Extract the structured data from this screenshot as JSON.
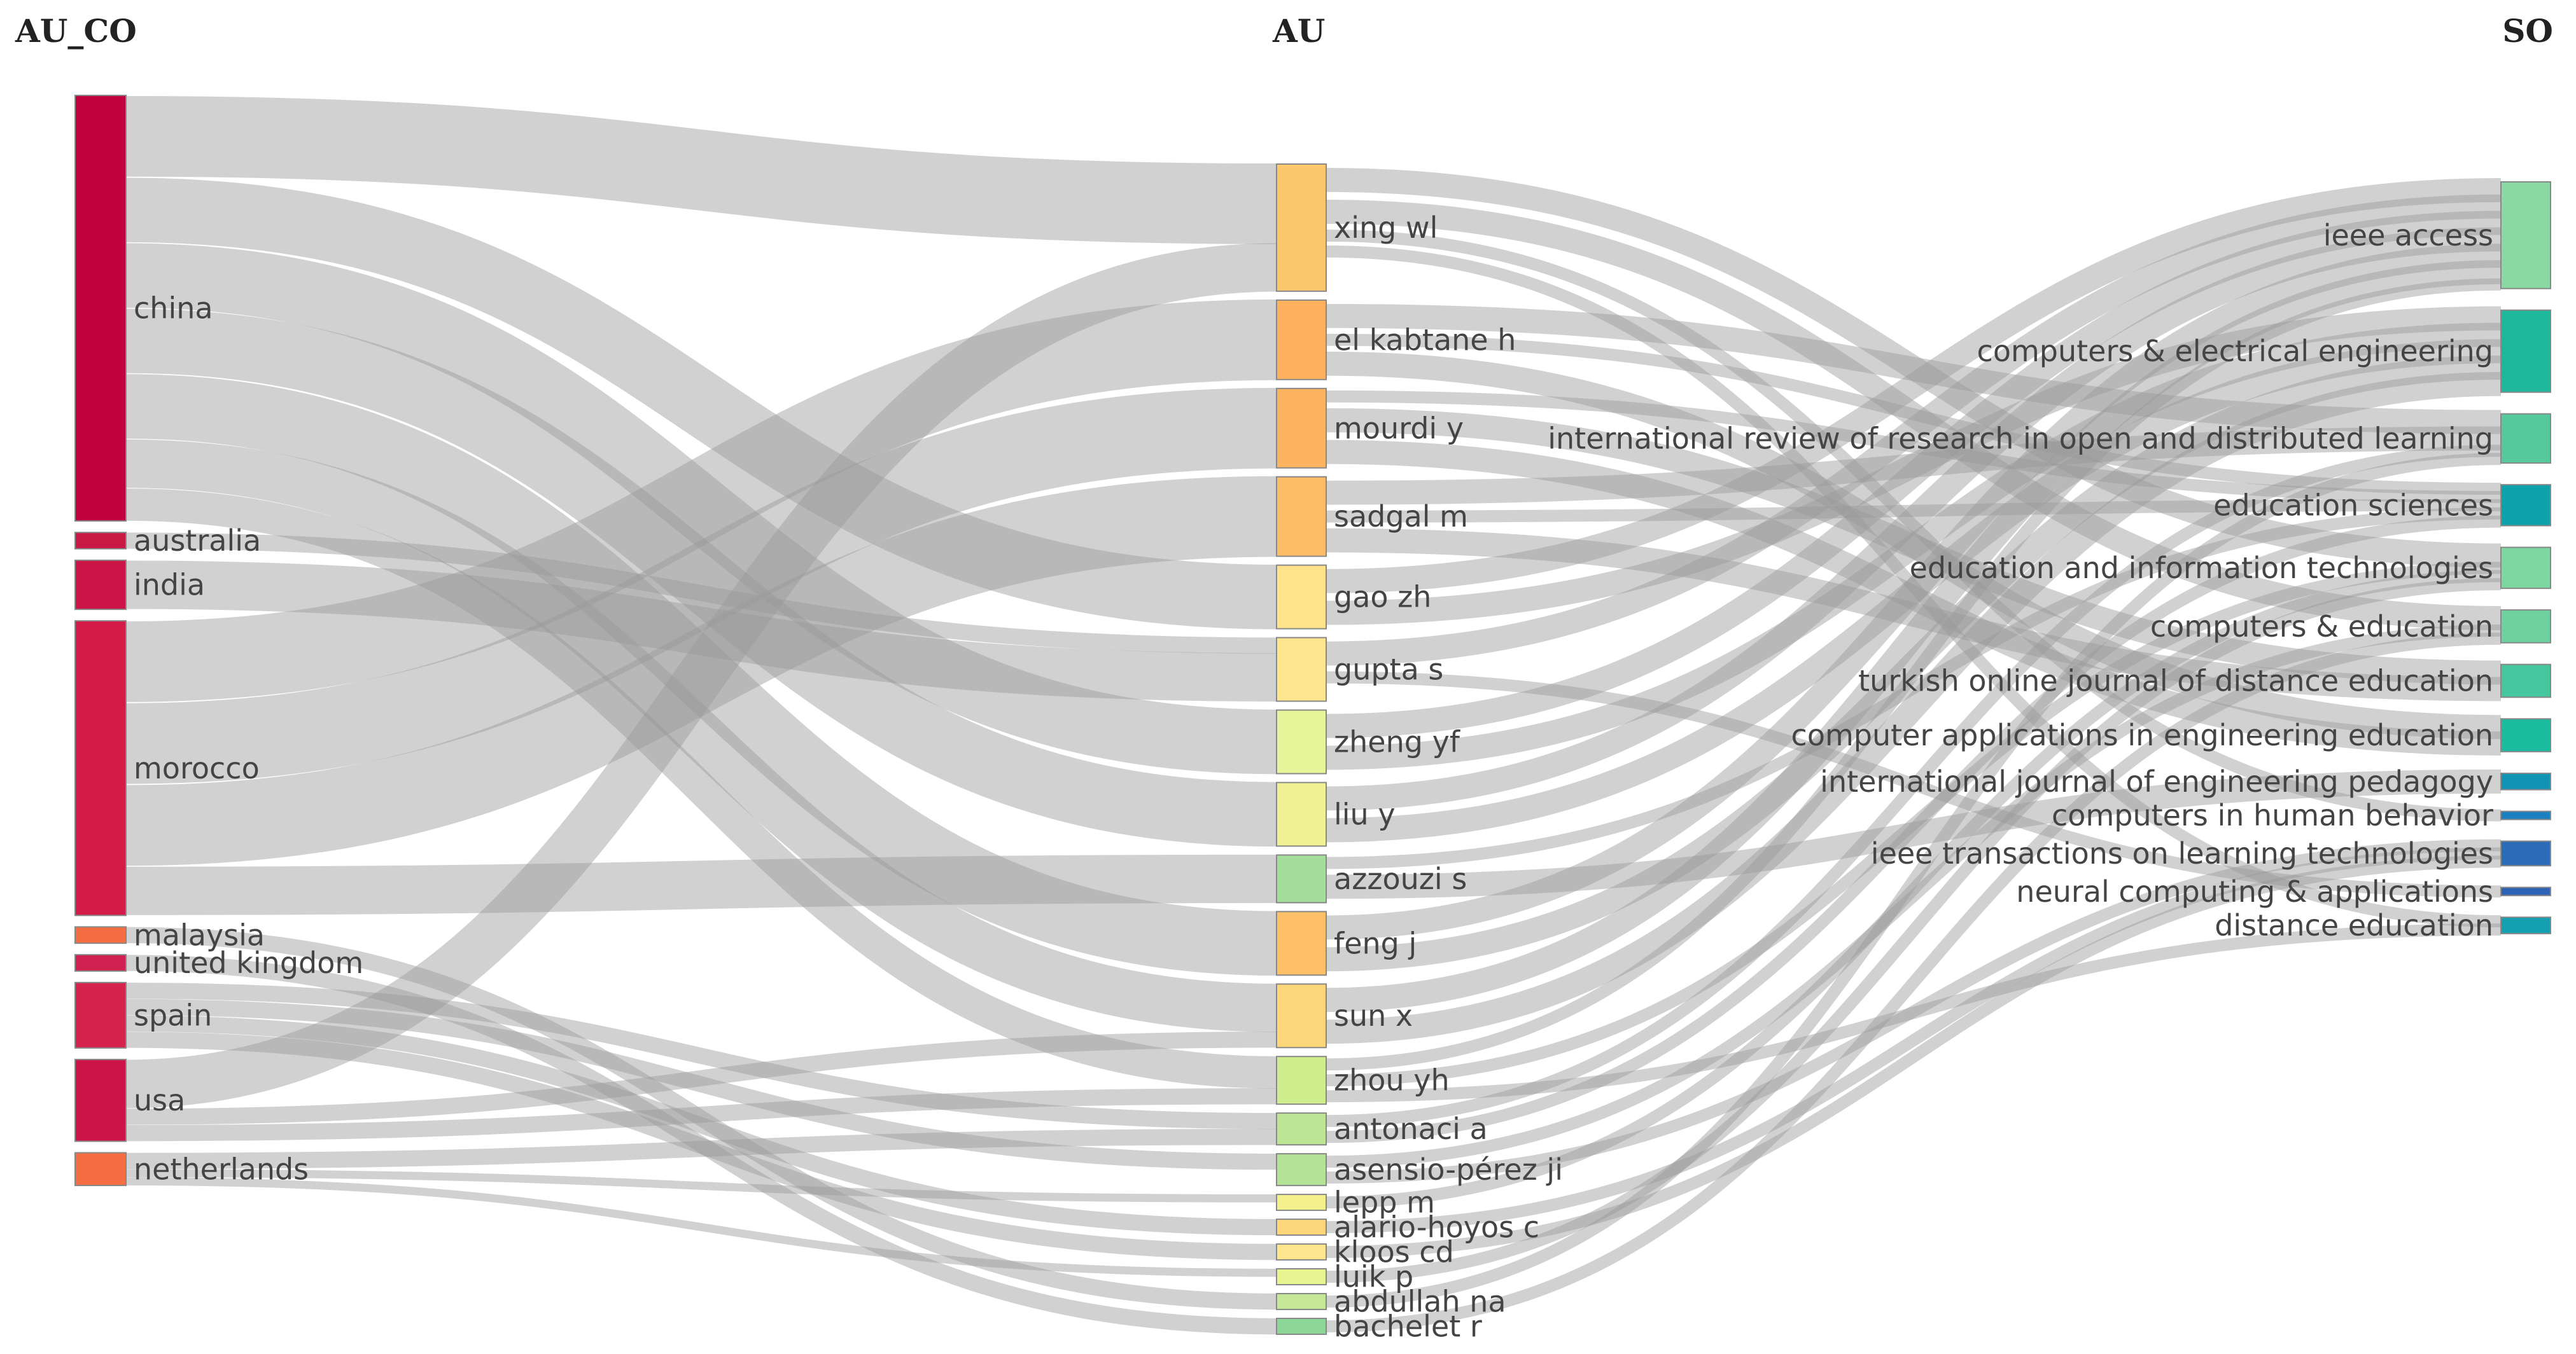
{
  "headers": {
    "left": "AU_CO",
    "middle": "AU",
    "right": "SO"
  },
  "colors": {
    "link": "#9a9a9a",
    "node_stroke": "#888888"
  },
  "countries": [
    {
      "label": "china",
      "color": "#c0003c"
    },
    {
      "label": "australia",
      "color": "#c81844"
    },
    {
      "label": "india",
      "color": "#cc1446"
    },
    {
      "label": "morocco",
      "color": "#d41a48"
    },
    {
      "label": "malaysia",
      "color": "#f46d43"
    },
    {
      "label": "united kingdom",
      "color": "#d02050"
    },
    {
      "label": "spain",
      "color": "#d4244e"
    },
    {
      "label": "usa",
      "color": "#cc1446"
    },
    {
      "label": "netherlands",
      "color": "#f46d43"
    }
  ],
  "authors": [
    {
      "label": "xing wl",
      "color": "#fdc86c"
    },
    {
      "label": "el kabtane h",
      "color": "#fdb05e"
    },
    {
      "label": "mourdi y",
      "color": "#fdb460"
    },
    {
      "label": "sadgal m",
      "color": "#fdbc66"
    },
    {
      "label": "gao zh",
      "color": "#fee38a"
    },
    {
      "label": "gupta s",
      "color": "#fee68e"
    },
    {
      "label": "zheng yf",
      "color": "#e6f59a"
    },
    {
      "label": "liu y",
      "color": "#f0f294"
    },
    {
      "label": "azzouzi s",
      "color": "#a4dd9c"
    },
    {
      "label": "feng j",
      "color": "#fdc066"
    },
    {
      "label": "sun x",
      "color": "#fed67a"
    },
    {
      "label": "zhou yh",
      "color": "#d0ed8e"
    },
    {
      "label": "antonaci a",
      "color": "#bde694"
    },
    {
      "label": "asensio-pérez ji",
      "color": "#b4e296"
    },
    {
      "label": "lepp m",
      "color": "#f4f08c"
    },
    {
      "label": "alario-hoyos c",
      "color": "#fed67a"
    },
    {
      "label": "kloos cd",
      "color": "#fee68e"
    },
    {
      "label": "luik p",
      "color": "#e8f490"
    },
    {
      "label": "abdullah na",
      "color": "#c4e896"
    },
    {
      "label": "bachelet r",
      "color": "#8cd698"
    }
  ],
  "sources": [
    {
      "label": "ieee access",
      "color": "#8ad9a2"
    },
    {
      "label": "computers & electrical engineering",
      "color": "#1db89c"
    },
    {
      "label": "international review of research in open and distributed learning",
      "color": "#56c99c"
    },
    {
      "label": "education sciences",
      "color": "#0ea3aa"
    },
    {
      "label": "education and information technologies",
      "color": "#7ed6a0"
    },
    {
      "label": "computers & education",
      "color": "#6ed2a0"
    },
    {
      "label": "turkish online journal of distance education",
      "color": "#46c69c"
    },
    {
      "label": "computer applications in engineering education",
      "color": "#1abb9e"
    },
    {
      "label": "international journal of engineering pedagogy",
      "color": "#1194b4"
    },
    {
      "label": "computers in human behavior",
      "color": "#1a80c0"
    },
    {
      "label": "ieee transactions on learning technologies",
      "color": "#2a6cb8"
    },
    {
      "label": "neural computing & applications",
      "color": "#2e62b4"
    },
    {
      "label": "distance education",
      "color": "#14a0b0"
    }
  ],
  "flows": [
    {
      "from": "china",
      "to": "xing wl",
      "value": 5
    },
    {
      "from": "china",
      "to": "gao zh",
      "value": 4
    },
    {
      "from": "china",
      "to": "zheng yf",
      "value": 4
    },
    {
      "from": "china",
      "to": "liu y",
      "value": 4
    },
    {
      "from": "china",
      "to": "feng j",
      "value": 4
    },
    {
      "from": "china",
      "to": "sun x",
      "value": 3
    },
    {
      "from": "china",
      "to": "zhou yh",
      "value": 2
    },
    {
      "from": "australia",
      "to": "gupta s",
      "value": 1
    },
    {
      "from": "india",
      "to": "gupta s",
      "value": 3
    },
    {
      "from": "morocco",
      "to": "el kabtane h",
      "value": 5
    },
    {
      "from": "morocco",
      "to": "mourdi y",
      "value": 5
    },
    {
      "from": "morocco",
      "to": "sadgal m",
      "value": 5
    },
    {
      "from": "morocco",
      "to": "azzouzi s",
      "value": 3
    },
    {
      "from": "malaysia",
      "to": "abdullah na",
      "value": 1
    },
    {
      "from": "united kingdom",
      "to": "bachelet r",
      "value": 1
    },
    {
      "from": "spain",
      "to": "antonaci a",
      "value": 1
    },
    {
      "from": "spain",
      "to": "asensio-pérez ji",
      "value": 1
    },
    {
      "from": "spain",
      "to": "alario-hoyos c",
      "value": 1
    },
    {
      "from": "spain",
      "to": "kloos cd",
      "value": 1
    },
    {
      "from": "usa",
      "to": "xing wl",
      "value": 3
    },
    {
      "from": "usa",
      "to": "sun x",
      "value": 1
    },
    {
      "from": "usa",
      "to": "zhou yh",
      "value": 1
    },
    {
      "from": "netherlands",
      "to": "antonaci a",
      "value": 1
    },
    {
      "from": "netherlands",
      "to": "lepp m",
      "value": 0.5
    },
    {
      "from": "netherlands",
      "to": "luik p",
      "value": 0.5
    },
    {
      "from": "xing wl",
      "to": "education and information technologies",
      "value": 2
    },
    {
      "from": "xing wl",
      "to": "computers & education",
      "value": 2
    },
    {
      "from": "xing wl",
      "to": "computers in human behavior",
      "value": 1
    },
    {
      "from": "xing wl",
      "to": "distance education",
      "value": 1
    },
    {
      "from": "el kabtane h",
      "to": "computer applications in engineering education",
      "value": 2
    },
    {
      "from": "el kabtane h",
      "to": "international review of research in open and distributed learning",
      "value": 2
    },
    {
      "from": "el kabtane h",
      "to": "education sciences",
      "value": 1
    },
    {
      "from": "mourdi y",
      "to": "computer applications in engineering education",
      "value": 2
    },
    {
      "from": "mourdi y",
      "to": "turkish online journal of distance education",
      "value": 2
    },
    {
      "from": "mourdi y",
      "to": "education sciences",
      "value": 1
    },
    {
      "from": "sadgal m",
      "to": "international review of research in open and distributed learning",
      "value": 2
    },
    {
      "from": "sadgal m",
      "to": "turkish online journal of distance education",
      "value": 2
    },
    {
      "from": "sadgal m",
      "to": "education sciences",
      "value": 1
    },
    {
      "from": "gao zh",
      "to": "ieee access",
      "value": 2
    },
    {
      "from": "gao zh",
      "to": "computers & electrical engineering",
      "value": 2
    },
    {
      "from": "gupta s",
      "to": "ieee access",
      "value": 2
    },
    {
      "from": "gupta s",
      "to": "neural computing & applications",
      "value": 1
    },
    {
      "from": "zheng yf",
      "to": "ieee access",
      "value": 2
    },
    {
      "from": "zheng yf",
      "to": "computers & electrical engineering",
      "value": 2
    },
    {
      "from": "liu y",
      "to": "ieee access",
      "value": 2
    },
    {
      "from": "liu y",
      "to": "computers & electrical engineering",
      "value": 2
    },
    {
      "from": "azzouzi s",
      "to": "international journal of engineering pedagogy",
      "value": 2
    },
    {
      "from": "azzouzi s",
      "to": "education sciences",
      "value": 1
    },
    {
      "from": "feng j",
      "to": "ieee access",
      "value": 2
    },
    {
      "from": "feng j",
      "to": "computers & electrical engineering",
      "value": 2
    },
    {
      "from": "sun x",
      "to": "ieee access",
      "value": 2
    },
    {
      "from": "sun x",
      "to": "computers & electrical engineering",
      "value": 2
    },
    {
      "from": "zhou yh",
      "to": "ieee access",
      "value": 1
    },
    {
      "from": "zhou yh",
      "to": "education and information technologies",
      "value": 1
    },
    {
      "from": "zhou yh",
      "to": "distance education",
      "value": 1
    },
    {
      "from": "antonaci a",
      "to": "education sciences",
      "value": 1
    },
    {
      "from": "antonaci a",
      "to": "international review of research in open and distributed learning",
      "value": 1
    },
    {
      "from": "asensio-pérez ji",
      "to": "ieee transactions on learning technologies",
      "value": 1
    },
    {
      "from": "asensio-pérez ji",
      "to": "computers & education",
      "value": 1
    },
    {
      "from": "lepp m",
      "to": "education and information technologies",
      "value": 1
    },
    {
      "from": "alario-hoyos c",
      "to": "ieee transactions on learning technologies",
      "value": 1
    },
    {
      "from": "kloos cd",
      "to": "ieee transactions on learning technologies",
      "value": 1
    },
    {
      "from": "luik p",
      "to": "education and information technologies",
      "value": 1
    },
    {
      "from": "abdullah na",
      "to": "international review of research in open and distributed learning",
      "value": 1
    },
    {
      "from": "bachelet r",
      "to": "computers & education",
      "value": 1
    }
  ]
}
